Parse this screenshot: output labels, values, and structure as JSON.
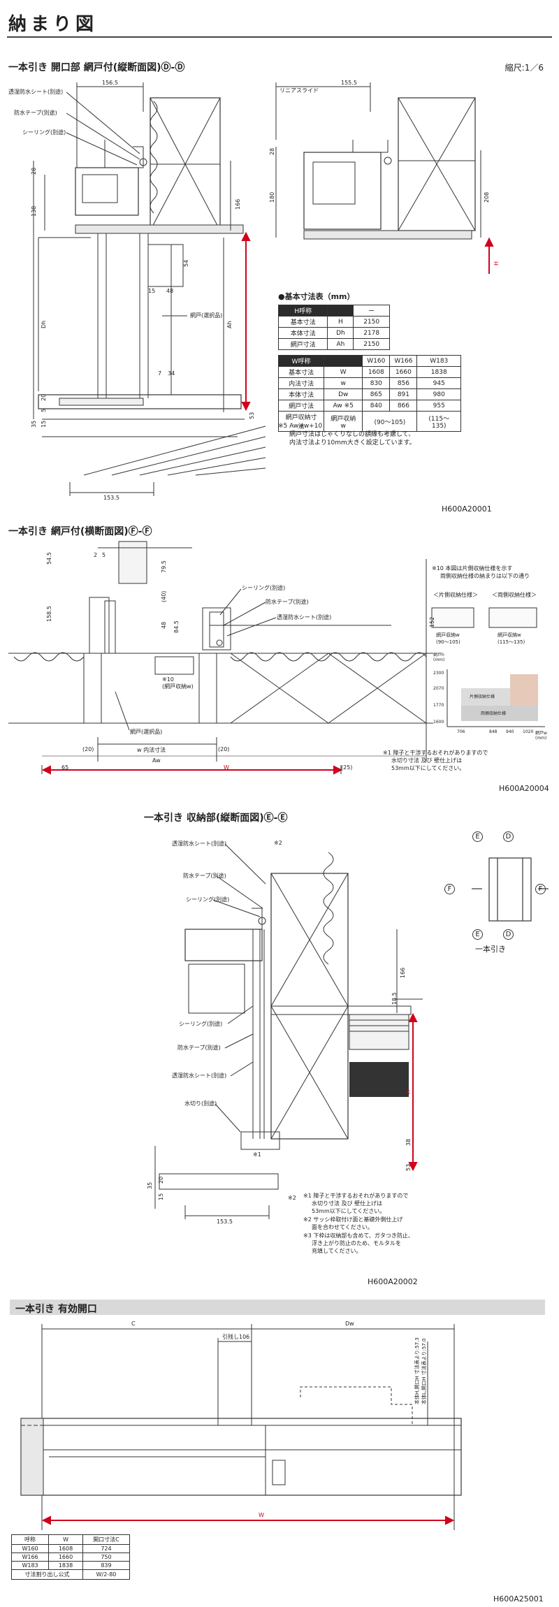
{
  "header": {
    "title": "納まり図",
    "scale": "縮尺:1／6"
  },
  "section1": {
    "title": "一本引き 開口部 網戸付(縦断面図)Ⓓ-Ⓓ",
    "code": "H600A20001",
    "dims": {
      "top_left": "156.5",
      "top_right": "155.5",
      "d28": "28",
      "d138": "138",
      "d166": "166",
      "d54": "54",
      "d48": "48",
      "d15": "15",
      "d34": "34",
      "d7": "7",
      "dh": "Dh",
      "ah": "Ah",
      "d20": "20",
      "d5": "5",
      "d35": "35",
      "d15b": "15",
      "bottom": "153.5",
      "r28": "28",
      "r180": "180",
      "r208": "208",
      "h": "H",
      "d53": "53"
    },
    "labels": {
      "waterproof_sheet": "透湿防水シート(別途)",
      "waterproof_tape": "防水テープ(別途)",
      "sealing": "シーリング(別途)",
      "screen": "網戸(選択品)",
      "linear_slide": "リニアスライド"
    },
    "h_table": {
      "title": "●基本寸法表（mm）",
      "header": [
        "H呼称",
        "",
        "ー"
      ],
      "rows": [
        [
          "基本寸法",
          "H",
          "2150"
        ],
        [
          "本体寸法",
          "Dh",
          "2178"
        ],
        [
          "網戸寸法",
          "Ah",
          "2150"
        ]
      ]
    },
    "w_table": {
      "header": [
        "W呼称",
        "",
        "W160",
        "W166",
        "W183"
      ],
      "rows": [
        [
          "基本寸法",
          "W",
          "1608",
          "1660",
          "1838"
        ],
        [
          "内法寸法",
          "w",
          "830",
          "856",
          "945"
        ],
        [
          "本体寸法",
          "Dw",
          "865",
          "891",
          "980"
        ],
        [
          "網戸寸法",
          "Aw ※5",
          "840",
          "866",
          "955"
        ],
        [
          "網戸収納寸法",
          "網戸収納w",
          "(90〜105)",
          "",
          "(115〜135)"
        ]
      ]
    },
    "notes": [
      "※5 Aw=w+10",
      "網戸寸法はじゃくりなしの額縁も考慮して、",
      "内法寸法より10mm大きく設定しています。"
    ]
  },
  "section2": {
    "title": "一本引き 網戸付(横断面図)Ⓕ-Ⓕ",
    "code": "H600A20004",
    "labels": {
      "sealing": "シーリング(別途)",
      "waterproof_tape": "防水テープ(別途)",
      "waterproof_sheet": "透湿防水シート(別途)",
      "screen": "網戸(選択品)",
      "screen_storage": "※10\n(網戸収納w)",
      "inner": "w 内法寸法"
    },
    "dims": {
      "d54": "54.5",
      "d158": "158.5",
      "d79": "79.5",
      "d2": "2",
      "d5": "5",
      "d40": "(40)",
      "d48": "48",
      "d84": "84.5",
      "d152": "152",
      "d20a": "(20)",
      "d20b": "(20)",
      "aw": "Aw",
      "w": "W",
      "d65": "65",
      "d25": "(25)"
    },
    "note_right": [
      "※10 本図は片側収納仕様を示す",
      "両側収納仕様の納まりは以下の通り"
    ],
    "one_side": "＜片側収納仕様＞",
    "both_side": "＜両側収納仕様＞",
    "one_side_dim": "網戸収納w\n(90〜105)",
    "both_side_dim": "網戸収納w\n(115〜135)",
    "graph": {
      "ylabel": "網戸h\n(mm)",
      "xlabel": "網戸w\n(mm)",
      "yticks": [
        "2300",
        "2070",
        "1770",
        "1600"
      ],
      "xticks": [
        "706",
        "848",
        "940",
        "1020"
      ],
      "region_single": "片側収納仕様",
      "region_both": "両側収納仕様"
    },
    "note_bottom": [
      "※1 障子と干渉するおそれがありますので",
      "水切り寸法 及び 壁仕上げは",
      "53mm以下にしてください。"
    ]
  },
  "section3": {
    "title": "一本引き 収納部(縦断面図)Ⓔ-Ⓔ",
    "code": "H600A20002",
    "labels": {
      "waterproof_sheet": "透湿防水シート(別途)",
      "waterproof_tape": "防水テープ(別途)",
      "sealing": "シーリング(別途)",
      "sealing2": "シーリング(別途)",
      "waterproof_tape2": "防水テープ(別途)",
      "waterproof_sheet2": "透湿防水シート(別途)",
      "flashing": "水切り(別途)",
      "mark2": "※2",
      "mark1": "※1",
      "mark2b": "※2"
    },
    "dims": {
      "d166": "166",
      "d185": "18.5",
      "h": "H",
      "d38": "38",
      "d53": "53",
      "d35": "35",
      "d20": "20",
      "d15": "15",
      "bottom": "153.5"
    },
    "notes": [
      "※1 障子と干渉するおそれがありますので",
      "水切り寸法 及び 壁仕上げは",
      "53mm以下にしてください。",
      "※2 サッシ枠取付け面と基礎外側仕上げ",
      "面を合わせてください。",
      "※3 下枠は収納部も含めて、ガタつき防止、",
      "浮き上がり防止のため、モルタルを",
      "充填してください。"
    ],
    "key": {
      "e_top": "E",
      "d_top": "D",
      "f_left": "F",
      "f_right": "F",
      "e_bottom": "E",
      "d_bottom": "D",
      "caption": "一本引き"
    }
  },
  "section4": {
    "title": "一本引き 有効開口",
    "code": "H600A25001",
    "dims": {
      "c": "C",
      "dw": "Dw",
      "pull": "引残し106",
      "w": "W",
      "handle1": "本体H,開口H 寸法表より:57.3",
      "handle2": "本体L,開口H 寸法表より:57.0"
    },
    "table": {
      "header": [
        "呼称",
        "W",
        "開口寸法C"
      ],
      "rows": [
        [
          "W160",
          "1608",
          "724"
        ],
        [
          "W166",
          "1660",
          "750"
        ],
        [
          "W183",
          "1838",
          "839"
        ],
        [
          "寸法割り出し公式",
          "",
          "W/2-80"
        ]
      ]
    }
  }
}
